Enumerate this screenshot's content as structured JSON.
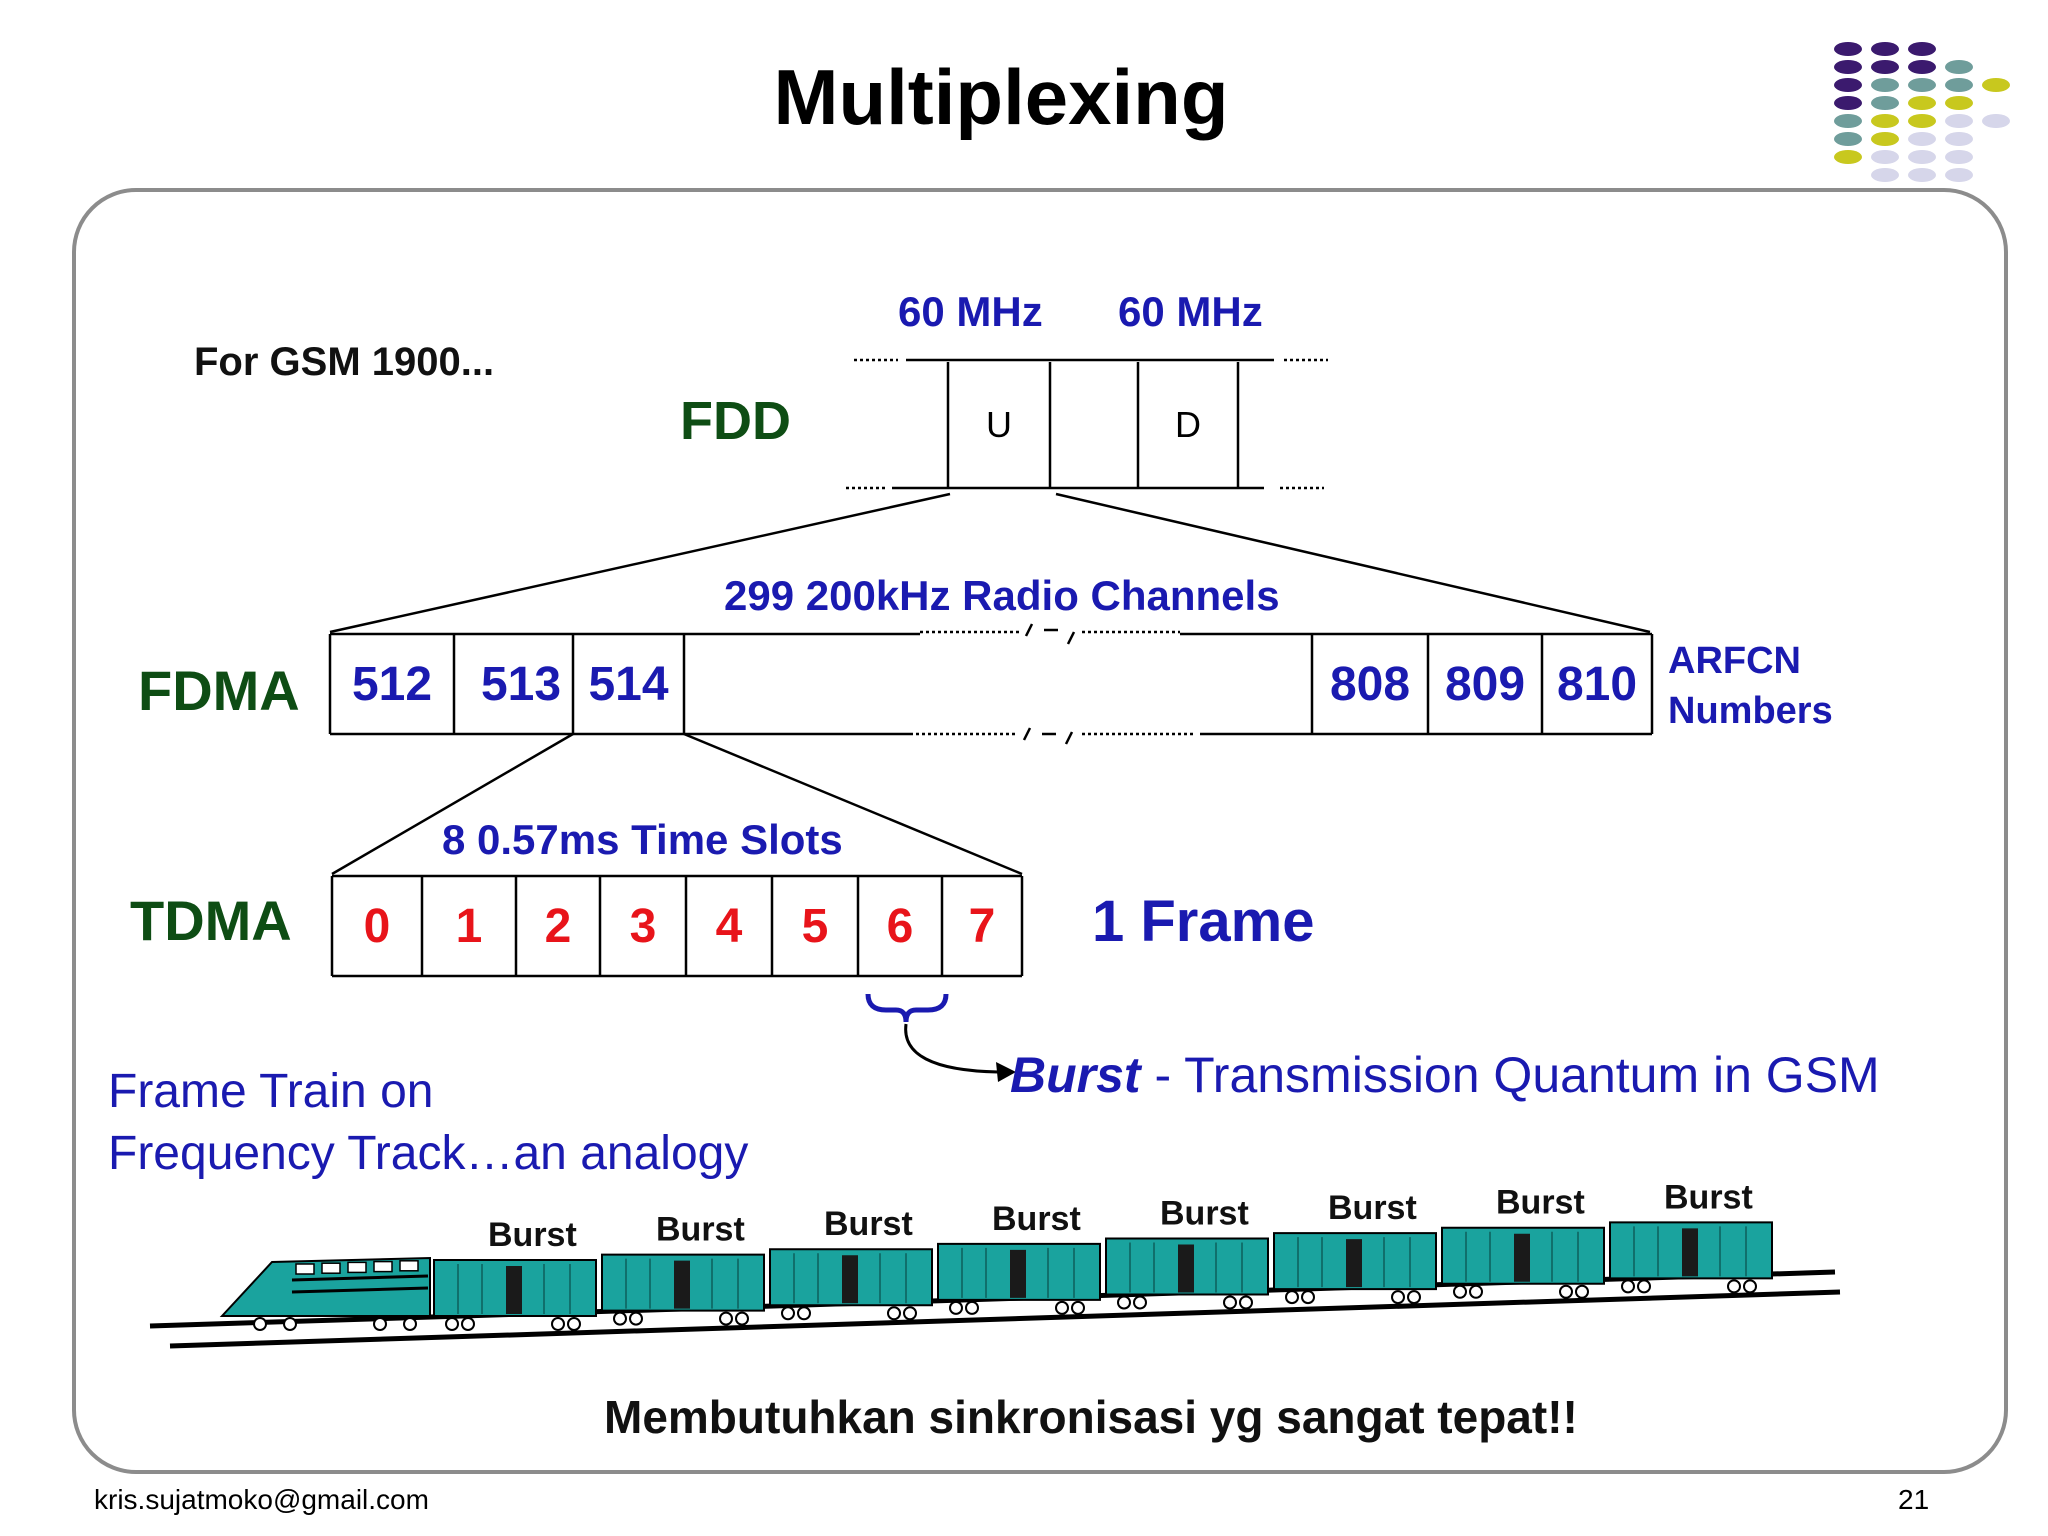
{
  "slide": {
    "title": "Multiplexing",
    "intro": "For GSM 1900...",
    "footer_email": "kris.sujatmoko@gmail.com",
    "page_number": "21",
    "bottom_note": "Membutuhkan sinkronisasi yg sangat tepat!!"
  },
  "fdd": {
    "label": "FDD",
    "bandwidth_left": "60 MHz",
    "bandwidth_right": "60 MHz",
    "uplink": "U",
    "downlink": "D"
  },
  "fdma": {
    "label": "FDMA",
    "caption": "299  200kHz Radio Channels",
    "channels_left": [
      "512",
      "513",
      "514"
    ],
    "channels_right": [
      "808",
      "809",
      "810"
    ],
    "side_label_line1": "ARFCN",
    "side_label_line2": "Numbers"
  },
  "tdma": {
    "label": "TDMA",
    "caption": "8  0.57ms Time Slots",
    "slots": [
      "0",
      "1",
      "2",
      "3",
      "4",
      "5",
      "6",
      "7"
    ],
    "frame_label": "1 Frame"
  },
  "burst_note": {
    "term": "Burst",
    "definition": " - Transmission Quantum in GSM"
  },
  "analogy": {
    "line1": "Frame Train on",
    "line2": "Frequency Track…an analogy",
    "car_label": "Burst",
    "car_count": 8
  },
  "colors": {
    "green": "#0e4d14",
    "blue": "#1a1ab0",
    "red": "#e8141a",
    "train": "#1aa39e",
    "dot_purple": "#3b1a6e",
    "dot_teal": "#6f9d9b",
    "dot_yellow": "#c8c81e",
    "dot_lavender": "#d6d6ea"
  }
}
